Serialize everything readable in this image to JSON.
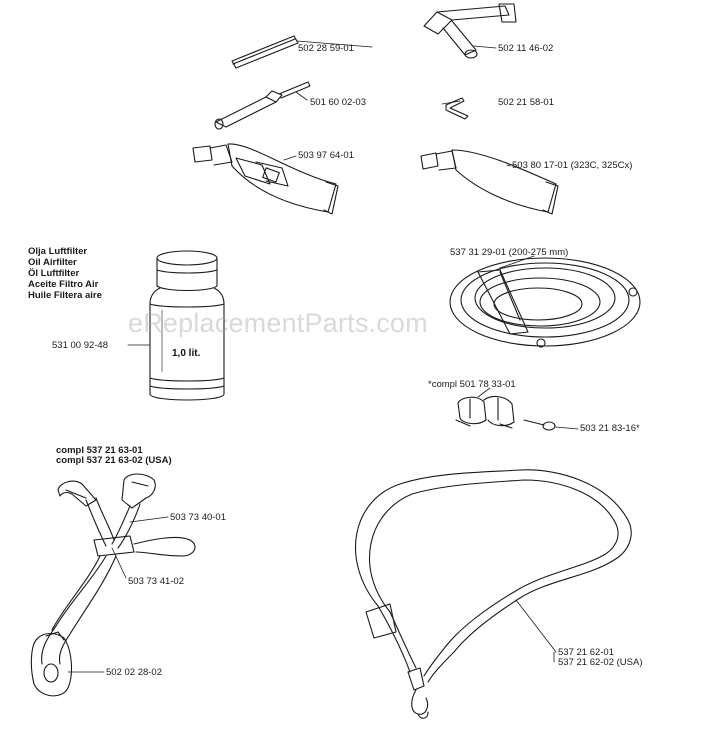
{
  "watermark": "eReplacementParts.com",
  "bottle_text": "1,0 lit.",
  "filter_oil_names": [
    "Olja Luftfilter",
    "Oil Airfilter",
    "Öl Luftfilter",
    "Aceite Filtro Air",
    "Huile Filtera aire"
  ],
  "parts": {
    "rod": "502 28 59-01",
    "socket_wrench": "502 11 46-02",
    "screwdriver": "501 60 02-03",
    "hex_key": "502 21 58-01",
    "grease_tube_1": "503 97 64-01",
    "grease_tube_2": "503 80 17-01 (323C, 325Cx)",
    "oil_bottle": "531 00 92-48",
    "trimmer_guard": "537 31 29-01 (200-275 mm)",
    "clamp_kit": "*compl 501 78 33-01",
    "clamp_screw": "503 21 83-16*",
    "harness_kit_1": "compl 537 21 63-01",
    "harness_kit_2": "compl 537 21 63-02 (USA)",
    "harness_buckle": "503 73 40-01",
    "harness_hook": "503 73 41-02",
    "harness_pad": "502 02 28-02",
    "strap_1": "537 21 62-01",
    "strap_2": "537 21 62-02 (USA)"
  }
}
